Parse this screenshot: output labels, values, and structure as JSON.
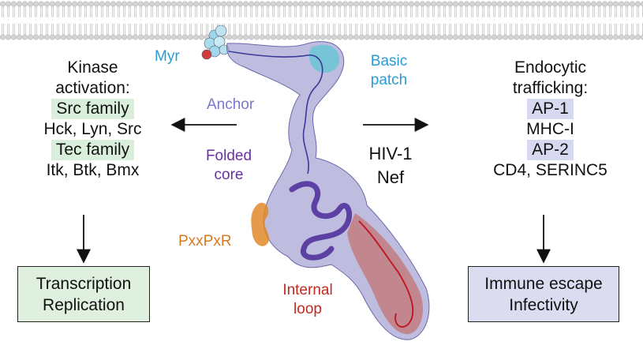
{
  "left": {
    "heading_1": "Kinase",
    "heading_2": "activation:",
    "src_family": "Src family",
    "src_members": "Hck, Lyn, Src",
    "tec_family": "Tec family",
    "tec_members": "Itk, Btk, Bmx",
    "outcome_1": "Transcription",
    "outcome_2": "Replication"
  },
  "right": {
    "heading_1": "Endocytic",
    "heading_2": "trafficking:",
    "ap1": "AP-1",
    "mhc": "MHC-I",
    "ap2": "AP-2",
    "cd4": "CD4, SERINC5",
    "outcome_1": "Immune escape",
    "outcome_2": "Infectivity"
  },
  "center": {
    "protein_1": "HIV-1",
    "protein_2": "Nef"
  },
  "domains": {
    "myr": "Myr",
    "basic_1": "Basic",
    "basic_2": "patch",
    "anchor": "Anchor",
    "folded_1": "Folded",
    "folded_2": "core",
    "pxxpxr": "PxxPxR",
    "loop_1": "Internal",
    "loop_2": "loop"
  },
  "colors": {
    "myr": "#2a9bd4",
    "basic": "#2a9bd4",
    "anchor": "#7b78c8",
    "folded": "#6a2fa8",
    "pxxpxr": "#d77a1f",
    "loop": "#c12a1f",
    "green_highlight": "#d9eedb",
    "blue_highlight": "#d7d9f0"
  }
}
